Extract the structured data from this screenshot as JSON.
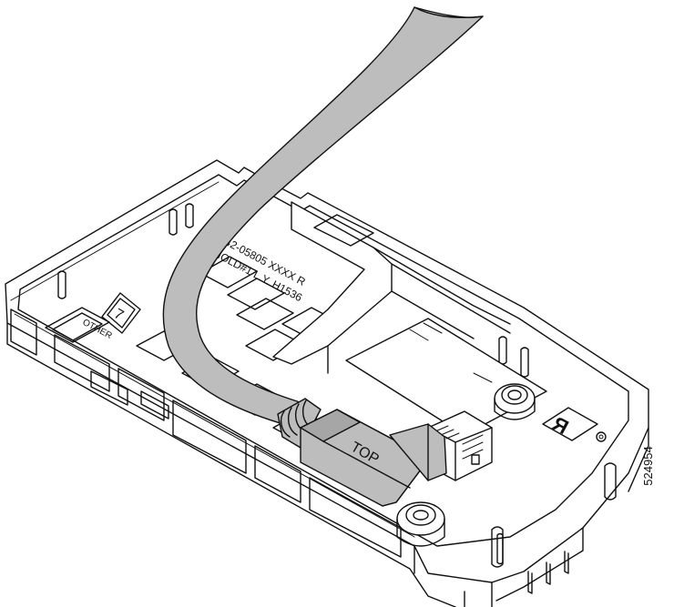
{
  "labels": {
    "molded_text_line1": "642-05805 XXXX R",
    "molded_text_line2": "MOLD#1 L.Y. H1536",
    "recycle_code": "7",
    "recycle_text": "OTHER",
    "plug_text": "TOP",
    "figure_id": "524954"
  },
  "colors": {
    "line": "#111111",
    "cable": "#bdbdbd",
    "background": "#ffffff"
  }
}
